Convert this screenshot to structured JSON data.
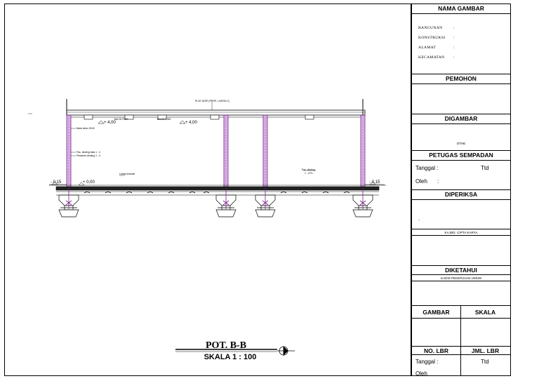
{
  "drawing": {
    "section_title": "POT. B-B",
    "scale_label": "SKALA 1 : 100",
    "annotations": {
      "roof_label": "PLAT ATAP (PERS. LANTAI 2)",
      "elev_4_left": "+ 4,00",
      "elev_4_right": "+ 4,00",
      "elev_0": "+ 0,00",
      "elev_015_left": "- 0,15",
      "elev_015_right": "- 0,15",
      "ring_balk_left": "BALOK RING",
      "ring_balk_right": "BALOK RING",
      "dinding_bata": "Pas. dinding bata 1 : 4",
      "plester": "Plesteran dinding 1 : 4",
      "lantai": "Lantai keramik",
      "plester_note": "Pas. dinding",
      "plester_note2": "1 : 4 Pc",
      "beton_note": "Balok beton 20/40"
    }
  },
  "title_block": {
    "nama_gambar": "NAMA GAMBAR",
    "fields": [
      {
        "label": "BANGUNAN",
        "sep": ":"
      },
      {
        "label": "KONSTRUKSI",
        "sep": ":"
      },
      {
        "label": "ALAMAT",
        "sep": ":"
      },
      {
        "label": "KECAMATAN",
        "sep": ":"
      }
    ],
    "pemohon": "PEMOHON",
    "digambar": "DIGAMBAR",
    "drafter": "OTHE",
    "petugas": "PETUGAS SEMPADAN",
    "tanggal_label": "Tanggal :",
    "ttd": "Ttd",
    "oleh_label": "Oleh",
    "oleh_sep": ":",
    "diperiksa": "DIPERIKSA",
    "dot": ".",
    "kabid": "KA.BID. CIPTA KARYA",
    "diketahui": "DIKETAHUI",
    "kadis": "KADIS PEKERJAAN UMUM",
    "gambar": "GAMBAR",
    "skala": "SKALA",
    "no_lbr": "NO. LBR",
    "jml_lbr": "JML. LBR",
    "tanggal2": "Tanggal :",
    "ttd2": "Ttd",
    "oleh2": "Oleh"
  }
}
